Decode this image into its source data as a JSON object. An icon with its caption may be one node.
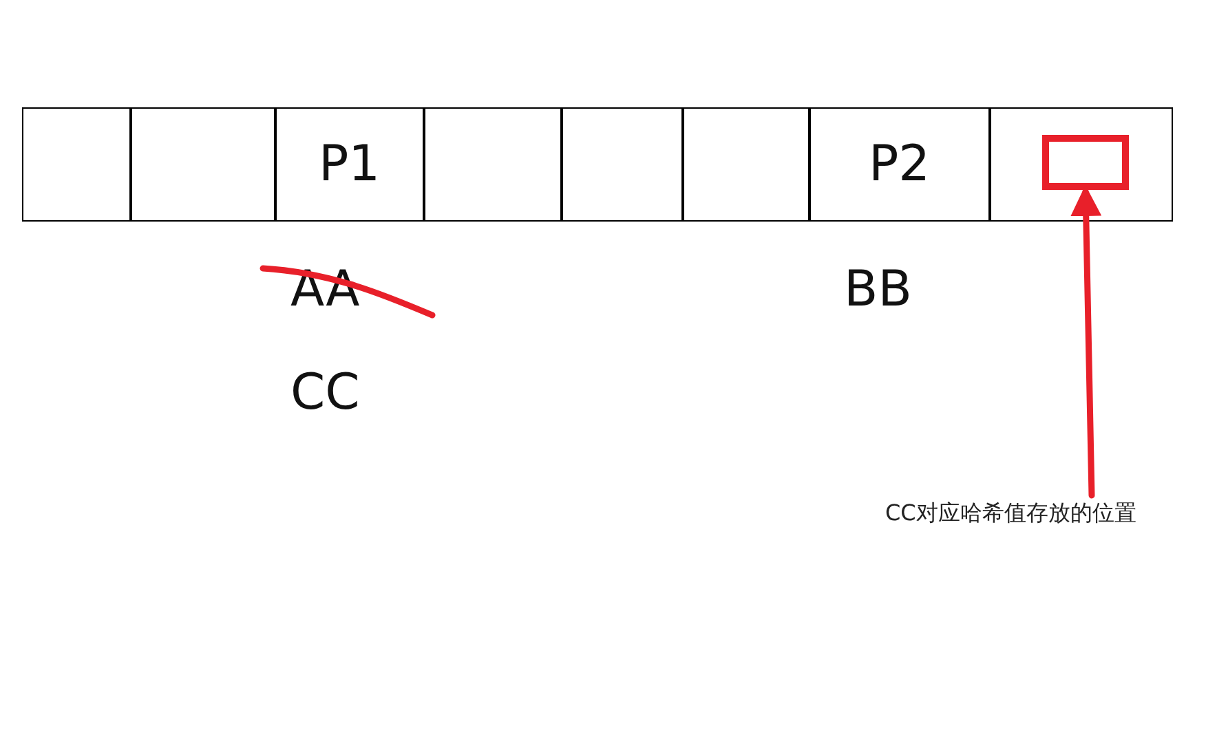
{
  "diagram": {
    "nodes": [
      {
        "text": [],
        "shape": "box"
      },
      {
        "text": [],
        "shape": "box"
      },
      {
        "text": [
          "P1"
        ],
        "beside": [
          "AA",
          "CC"
        ]
      },
      {
        "text": [],
        "shape": "box"
      },
      {
        "text": [],
        "shape": "box"
      },
      {
        "text": [],
        "shape": "box"
      },
      {
        "text": [
          "P2"
        ],
        "beside": [
          "BB"
        ]
      },
      {
        "text": [],
        "shape": "box"
      },
      {
        "text": [],
        "shape": "box",
        "in": 7
      },
      {
        "text": [
          "CC对应哈希值存放的位置"
        ]
      }
    ],
    "edges": [
      {
        "from": 9,
        "to": 8,
        "arrow": "to",
        "color": "#e8202a"
      }
    ]
  }
}
